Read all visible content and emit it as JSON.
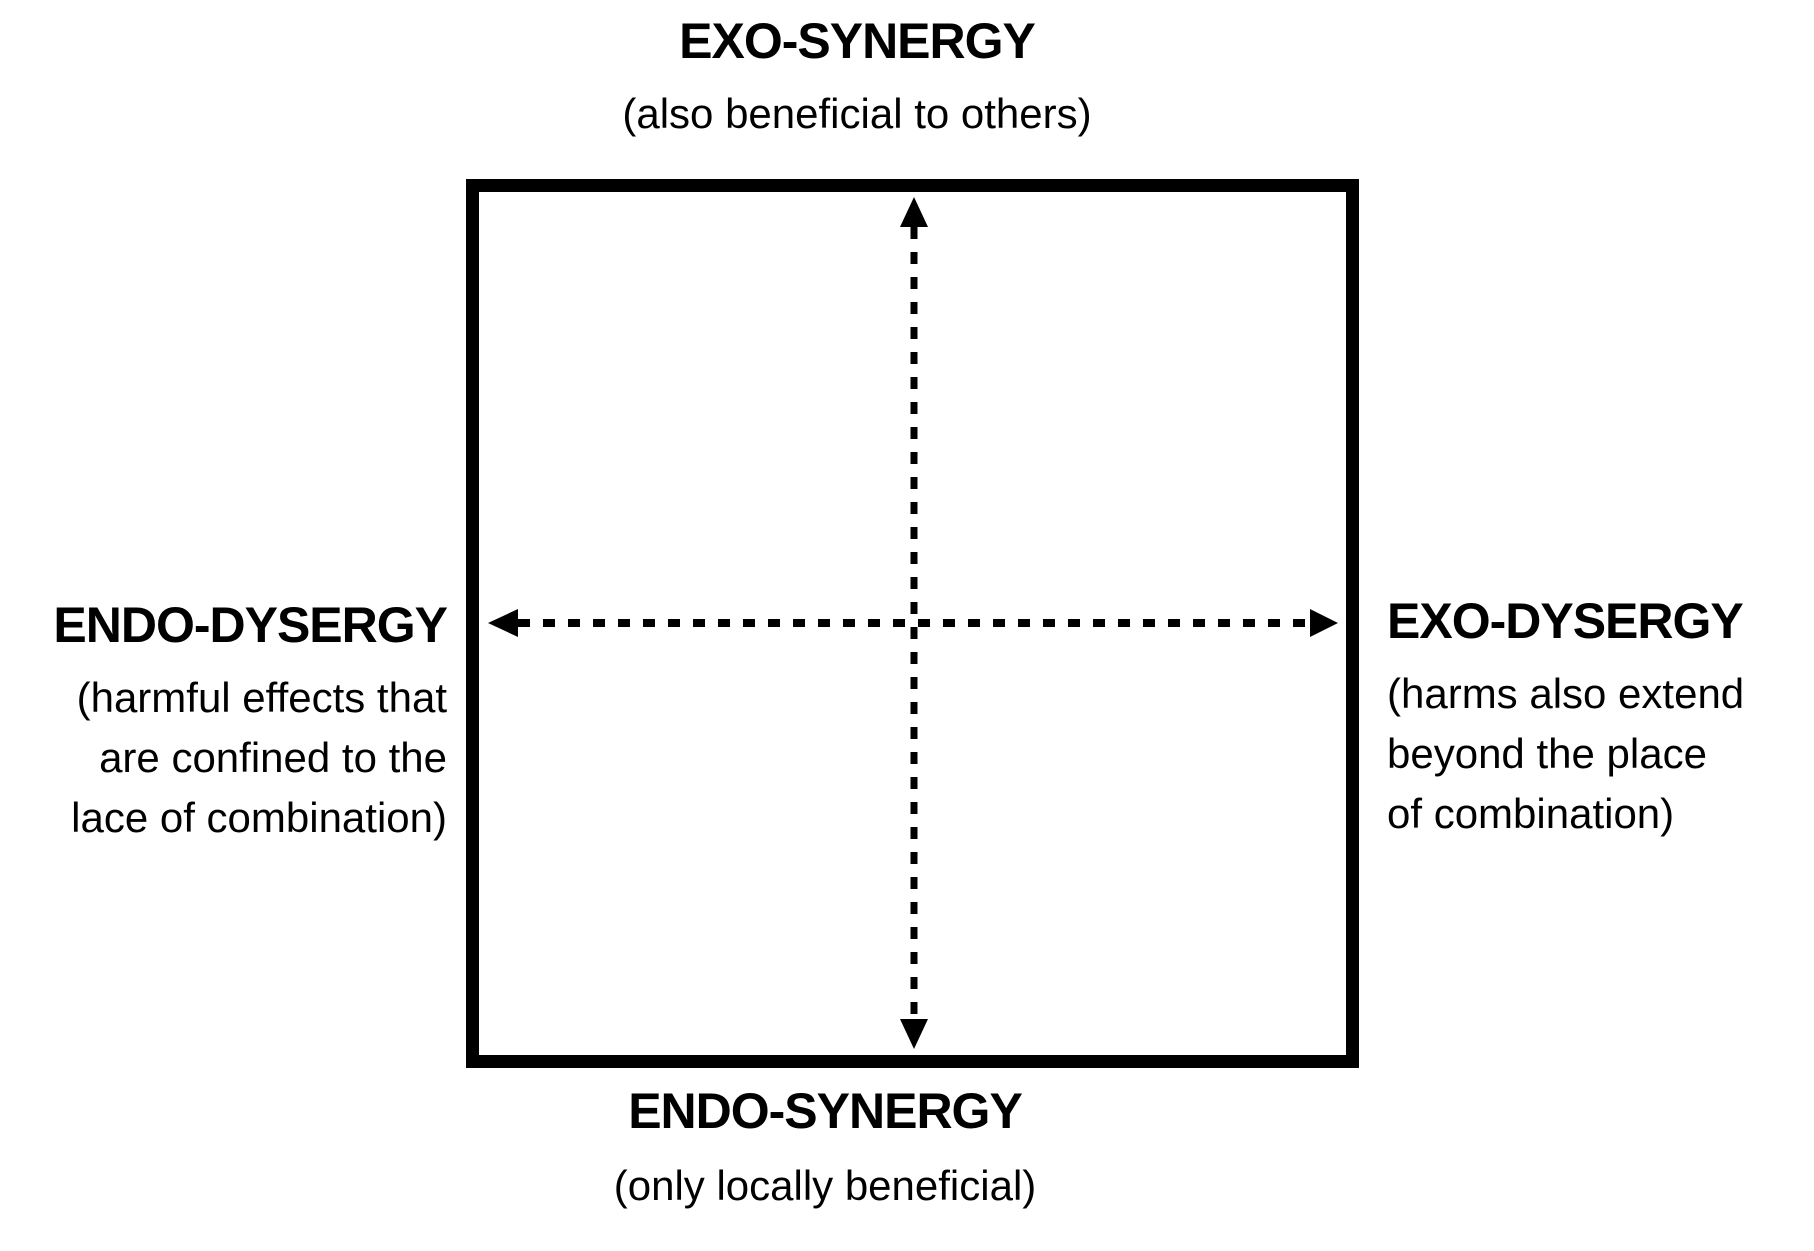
{
  "diagram": {
    "top_axis": {
      "title": "EXO-SYNERGY",
      "subtitle": "(also beneficial to others)"
    },
    "bottom_axis": {
      "title": "ENDO-SYNERGY",
      "subtitle": "(only locally beneficial)"
    },
    "left_axis": {
      "title": "ENDO-DYSERGY",
      "subtitle_lines": [
        "(harmful effects that",
        "are confined to the",
        "lace of combination)"
      ]
    },
    "right_axis": {
      "title": "EXO-DYSERGY",
      "subtitle_lines": [
        "(harms also extend",
        "beyond the place",
        "of combination)"
      ]
    },
    "colors": {
      "ink": "#000000",
      "background": "#ffffff"
    }
  }
}
